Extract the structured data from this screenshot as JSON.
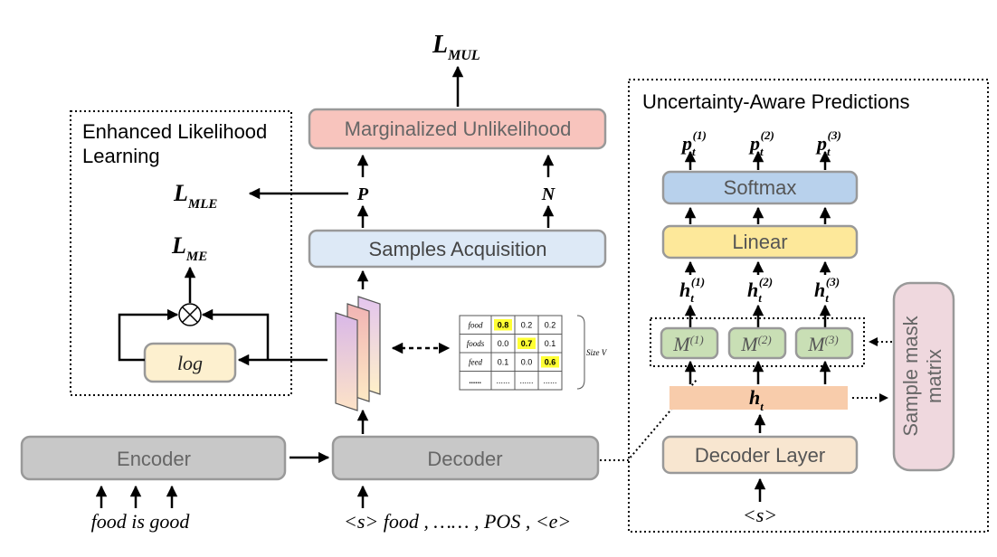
{
  "panels": {
    "enhanced_title_1": "Enhanced Likelihood",
    "enhanced_title_2": "Learning",
    "uncertainty_title": "Uncertainty-Aware Predictions"
  },
  "boxes": {
    "marginalized": "Marginalized Unlikelihood",
    "samples": "Samples Acquisition",
    "encoder": "Encoder",
    "decoder": "Decoder",
    "log": "log",
    "softmax": "Softmax",
    "linear": "Linear",
    "decoder_layer": "Decoder Layer",
    "sample_mask_1": "Sample mask",
    "sample_mask_2": "matrix"
  },
  "losses": {
    "mul": {
      "base": "L",
      "sub": "MUL"
    },
    "mle": {
      "base": "L",
      "sub": "MLE"
    },
    "me": {
      "base": "L",
      "sub": "ME"
    }
  },
  "labels": {
    "P": "P",
    "N": "N",
    "otimes": "⊗",
    "encoder_input": "food is good",
    "decoder_input": "<s> food , …… , POS , <e>",
    "s_token": "<s>",
    "size_v": "Size V"
  },
  "heads": [
    {
      "p": "p",
      "h": "h",
      "sub": "t",
      "sup": "(1)",
      "mask": "M",
      "mask_sup": "(1)"
    },
    {
      "p": "p",
      "h": "h",
      "sub": "t",
      "sup": "(2)",
      "mask": "M",
      "mask_sup": "(2)"
    },
    {
      "p": "p",
      "h": "h",
      "sub": "t",
      "sup": "(3)",
      "mask": "M",
      "mask_sup": "(3)"
    }
  ],
  "ht": {
    "base": "h",
    "sub": "t"
  },
  "table": {
    "rows": [
      {
        "word": "food",
        "values": [
          "0.8",
          "0.2",
          "0.2"
        ],
        "highlight": 0
      },
      {
        "word": "foods",
        "values": [
          "0.0",
          "0.7",
          "0.1"
        ],
        "highlight": 1
      },
      {
        "word": "feed",
        "values": [
          "0.1",
          "0.0",
          "0.6"
        ],
        "highlight": 2
      },
      {
        "word": "......",
        "values": [
          "......",
          "......",
          "......"
        ],
        "highlight": -1
      }
    ],
    "highlight_color": "#ffff33"
  },
  "colors": {
    "marginalized_fill": "#f8c4bd",
    "samples_fill": "#dde9f6",
    "gray_fill": "#c8c8c8",
    "log_fill": "#fdf0cf",
    "softmax_fill": "#b8d1ec",
    "linear_fill": "#fde89a",
    "mask_fill": "#c9dfb5",
    "ht_fill": "#f8ccab",
    "decoder_layer_fill": "#f8e6d0",
    "sample_mask_fill": "#efd8de"
  }
}
